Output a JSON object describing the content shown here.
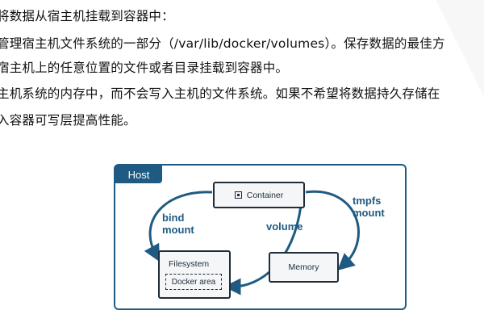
{
  "document": {
    "line1": "将数据从宿主机挂载到容器中：",
    "line2": "管理宿主机文件系统的一部分（/var/lib/docker/volumes）。保存数据的最佳方",
    "line3": "宿主机上的任意位置的文件或者目录挂载到容器中。",
    "line4": "主机系统的内存中，而不会写入主机的文件系统。如果不希望将数据持久存储在",
    "line5": "入容器可写层提高性能。"
  },
  "diagram": {
    "host_label": "Host",
    "container_label": "Container",
    "filesystem_label": "Filesystem",
    "docker_area_label": "Docker area",
    "memory_label": "Memory",
    "bind_mount_label": "bind\nmount",
    "volume_label": "volume",
    "tmpfs_mount_label": "tmpfs\nmount",
    "accent_color": "#1f5a82"
  }
}
